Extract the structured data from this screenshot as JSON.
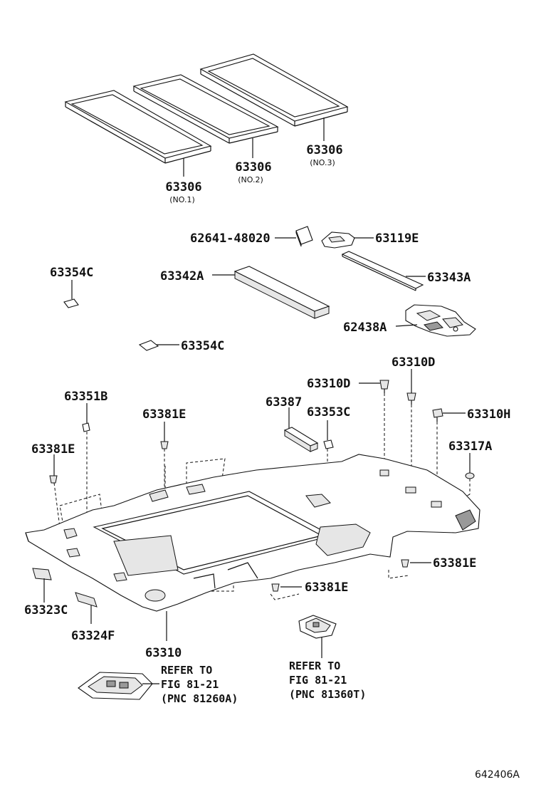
{
  "labels": {
    "p63306_no1": "63306",
    "p63306_no1_sub": "(NO.1)",
    "p63306_no2": "63306",
    "p63306_no2_sub": "(NO.2)",
    "p63306_no3": "63306",
    "p63306_no3_sub": "(NO.3)",
    "p62641": "62641-48020",
    "p63119E": "63119E",
    "p63354C_a": "63354C",
    "p63342A": "63342A",
    "p63343A": "63343A",
    "p62438A": "62438A",
    "p63354C_b": "63354C",
    "p63310D_a": "63310D",
    "p63310D_b": "63310D",
    "p63351B": "63351B",
    "p63387": "63387",
    "p63353C": "63353C",
    "p63381E_a": "63381E",
    "p63310H": "63310H",
    "p63381E_b": "63381E",
    "p63317A": "63317A",
    "p63381E_c": "63381E",
    "p63381E_d": "63381E",
    "p63323C": "63323C",
    "p63324F": "63324F",
    "p63310": "63310"
  },
  "references": {
    "left": {
      "line1": "REFER TO",
      "line2": "FIG 81-21",
      "line3": "(PNC 81260A)"
    },
    "right": {
      "line1": "REFER TO",
      "line2": "FIG 81-21",
      "line3": "(PNC 81360T)"
    }
  },
  "figure_id": "642406A"
}
